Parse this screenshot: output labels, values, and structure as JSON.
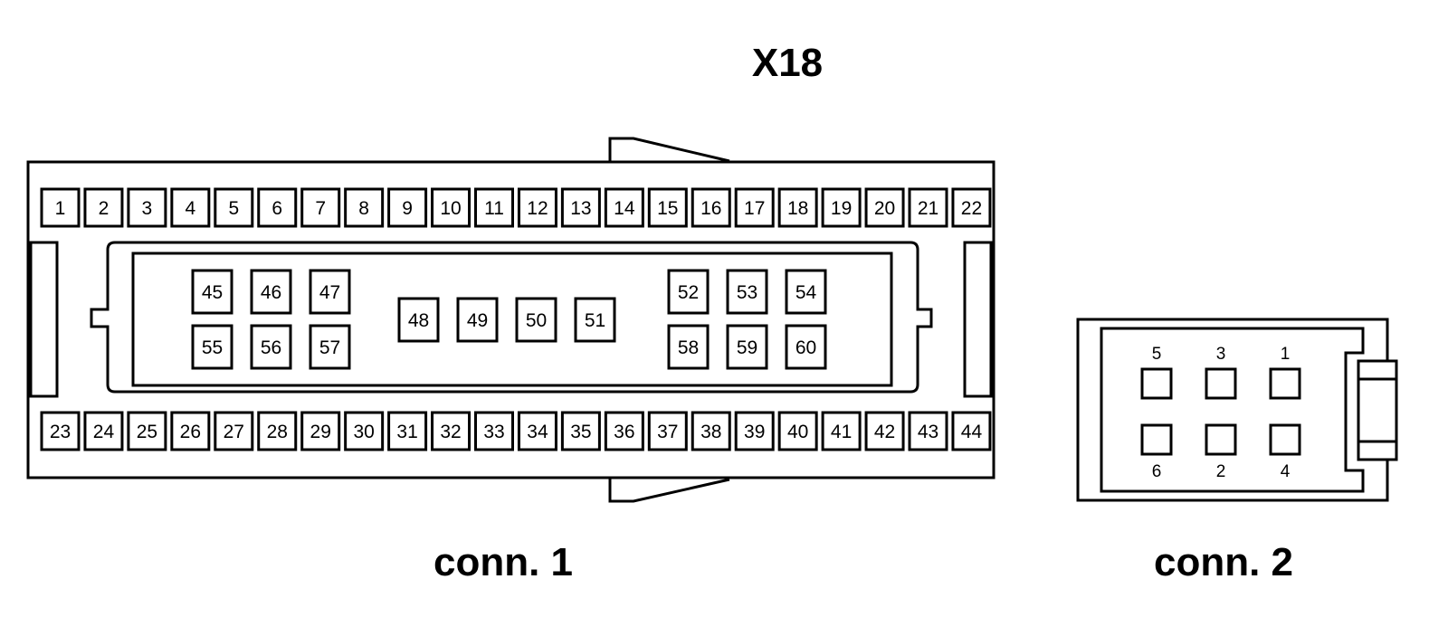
{
  "title": "X18",
  "connector1": {
    "caption": "conn. 1",
    "top_row": [
      "1",
      "2",
      "3",
      "4",
      "5",
      "6",
      "7",
      "8",
      "9",
      "10",
      "11",
      "12",
      "13",
      "14",
      "15",
      "16",
      "17",
      "18",
      "19",
      "20",
      "21",
      "22"
    ],
    "bottom_row": [
      "23",
      "24",
      "25",
      "26",
      "27",
      "28",
      "29",
      "30",
      "31",
      "32",
      "33",
      "34",
      "35",
      "36",
      "37",
      "38",
      "39",
      "40",
      "41",
      "42",
      "43",
      "44"
    ],
    "inner_left_top": [
      "45",
      "46",
      "47"
    ],
    "inner_left_bottom": [
      "55",
      "56",
      "57"
    ],
    "inner_middle": [
      "48",
      "49",
      "50",
      "51"
    ],
    "inner_right_top": [
      "52",
      "53",
      "54"
    ],
    "inner_right_bottom": [
      "58",
      "59",
      "60"
    ]
  },
  "connector2": {
    "caption": "conn. 2",
    "top_labels": [
      "5",
      "3",
      "1"
    ],
    "bottom_labels": [
      "6",
      "2",
      "4"
    ]
  },
  "colors": {
    "line": "#000000",
    "background": "#ffffff"
  }
}
